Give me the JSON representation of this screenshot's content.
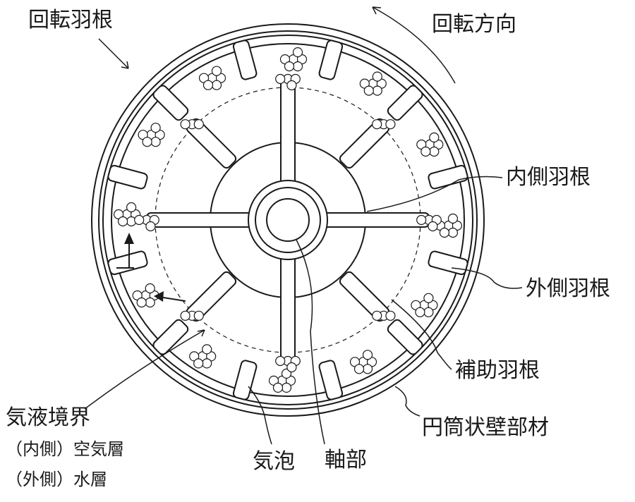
{
  "labels": {
    "rotating_blade": "回転羽根",
    "rotation_direction": "回転方向",
    "inner_blade": "内側羽根",
    "outer_blade": "外側羽根",
    "auxiliary_blade": "補助羽根",
    "cylindrical_wall": "円筒状壁部材",
    "gas_liquid_boundary": "気液境界",
    "inner_air_layer": "（内側）空気層",
    "outer_water_layer": "（外側）水層",
    "bubble": "気泡",
    "shaft": "軸部"
  },
  "colors": {
    "line": "#1a1a1a",
    "background": "#ffffff"
  }
}
